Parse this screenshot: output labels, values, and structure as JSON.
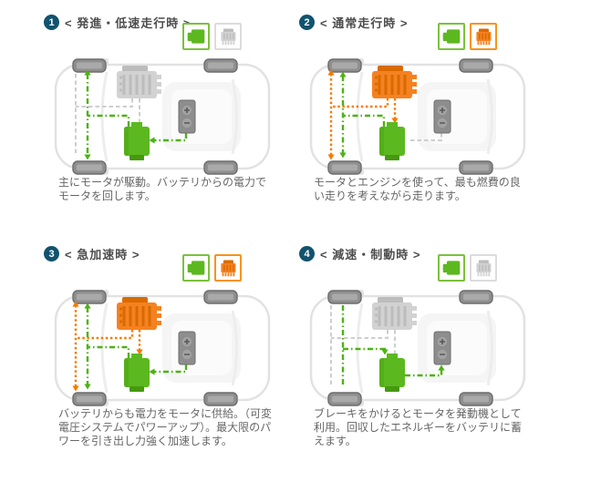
{
  "colors": {
    "badge_bg": "#11536e",
    "title_text": "#4d4d4d",
    "desc_text": "#666666",
    "flow_green": "#4db214",
    "green_fill": "#5cb81f",
    "green_dark": "#46990f",
    "green_border": "#7cc13c",
    "flow_orange": "#f47b00",
    "orange_fill": "#f58220",
    "orange_dark": "#d96a00",
    "orange_border": "#f7941d",
    "flow_gray": "#c8c8c8",
    "gray_fill": "#d2d2d2",
    "gray_dark": "#bcbcbc",
    "gray_border": "#dcdcdc",
    "battery_fill": "#8d8d8d",
    "car_outline": "#e2e2e2",
    "wheel_fill": "#8f8f8f"
  },
  "modes": [
    {
      "number": "1",
      "title": "< 発進・低速走行時 >",
      "description": "主にモータが駆動。バッテリからの電力でモータを回します。",
      "legend": {
        "motor": "active",
        "engine": "inactive"
      },
      "engine_state": "inactive",
      "motor_state": "active",
      "flows": [
        {
          "style": "gray",
          "points": [
            [
              25,
              19
            ],
            [
              25,
              109
            ]
          ],
          "arrows": "none"
        },
        {
          "style": "gray",
          "points": [
            [
              87,
              46
            ],
            [
              87,
              55
            ],
            [
              25,
              55
            ]
          ],
          "arrows": "none"
        },
        {
          "style": "gray",
          "points": [
            [
              95,
              46
            ],
            [
              95,
              75
            ]
          ],
          "arrows": "none"
        },
        {
          "style": "green",
          "points": [
            [
              38,
              19
            ],
            [
              38,
              109
            ]
          ],
          "arrows": "both"
        },
        {
          "style": "green",
          "points": [
            [
              83,
              77
            ],
            [
              83,
              65
            ],
            [
              38,
              65
            ]
          ],
          "arrows": "none"
        },
        {
          "style": "green",
          "points": [
            [
              146,
              84
            ],
            [
              146,
              92
            ],
            [
              110,
              92
            ]
          ],
          "arrows": "end"
        }
      ]
    },
    {
      "number": "2",
      "title": "< 通常走行時 >",
      "description": "モータとエンジンを使って、最も燃費の良い走りを考えながら走ります。",
      "legend": {
        "motor": "active",
        "engine": "active"
      },
      "engine_state": "active",
      "motor_state": "active",
      "flows": [
        {
          "style": "gray",
          "points": [
            [
              146,
              84
            ],
            [
              146,
              92
            ],
            [
              110,
              92
            ]
          ],
          "arrows": "none"
        },
        {
          "style": "orange",
          "points": [
            [
              25,
              19
            ],
            [
              25,
              109
            ]
          ],
          "arrows": "both"
        },
        {
          "style": "orange",
          "points": [
            [
              87,
              46
            ],
            [
              87,
              55
            ],
            [
              25,
              55
            ]
          ],
          "arrows": "none"
        },
        {
          "style": "orange",
          "points": [
            [
              95,
              46
            ],
            [
              95,
              69
            ]
          ],
          "arrows": "end"
        },
        {
          "style": "green",
          "points": [
            [
              38,
              21
            ],
            [
              38,
              107
            ]
          ],
          "arrows": "both"
        },
        {
          "style": "green",
          "points": [
            [
              83,
              77
            ],
            [
              83,
              65
            ],
            [
              38,
              65
            ]
          ],
          "arrows": "none"
        }
      ]
    },
    {
      "number": "3",
      "title": "< 急加速時 >",
      "description": "バッテリからも電力をモータに供給。（可変電圧システムでパワーアップ）。最大限のパワーを引き出し力強く加速します。",
      "legend": {
        "motor": "active",
        "engine": "active"
      },
      "engine_state": "active",
      "motor_state": "active",
      "flows": [
        {
          "style": "orange",
          "points": [
            [
              25,
              19
            ],
            [
              25,
              109
            ]
          ],
          "arrows": "both"
        },
        {
          "style": "orange",
          "points": [
            [
              87,
              46
            ],
            [
              87,
              55
            ],
            [
              25,
              55
            ]
          ],
          "arrows": "none"
        },
        {
          "style": "orange",
          "points": [
            [
              95,
              46
            ],
            [
              95,
              69
            ]
          ],
          "arrows": "end"
        },
        {
          "style": "green",
          "points": [
            [
              38,
              21
            ],
            [
              38,
              107
            ]
          ],
          "arrows": "both"
        },
        {
          "style": "green",
          "points": [
            [
              83,
              77
            ],
            [
              83,
              65
            ],
            [
              38,
              65
            ]
          ],
          "arrows": "none"
        },
        {
          "style": "green",
          "points": [
            [
              146,
              84
            ],
            [
              146,
              92
            ],
            [
              110,
              92
            ]
          ],
          "arrows": "end"
        }
      ]
    },
    {
      "number": "4",
      "title": "< 減速・制動時 >",
      "description": "ブレーキをかけるとモータを発動機として利用。回収したエネルギーをバッテリに蓄えます。",
      "legend": {
        "motor": "active",
        "engine": "inactive"
      },
      "engine_state": "inactive",
      "motor_state": "active",
      "flows": [
        {
          "style": "gray",
          "points": [
            [
              25,
              19
            ],
            [
              25,
              109
            ]
          ],
          "arrows": "none"
        },
        {
          "style": "gray",
          "points": [
            [
              87,
              46
            ],
            [
              87,
              55
            ],
            [
              25,
              55
            ]
          ],
          "arrows": "none"
        },
        {
          "style": "gray",
          "points": [
            [
              95,
              46
            ],
            [
              95,
              75
            ]
          ],
          "arrows": "none"
        },
        {
          "style": "green",
          "points": [
            [
              38,
              19
            ],
            [
              38,
              109
            ]
          ],
          "arrows": "none"
        },
        {
          "style": "green",
          "points": [
            [
              38,
              67
            ],
            [
              84,
              67
            ],
            [
              84,
              69
            ]
          ],
          "arrows": "end"
        },
        {
          "style": "green",
          "points": [
            [
              106,
              96
            ],
            [
              146,
              96
            ],
            [
              146,
              89
            ]
          ],
          "arrows": "end"
        }
      ]
    }
  ]
}
